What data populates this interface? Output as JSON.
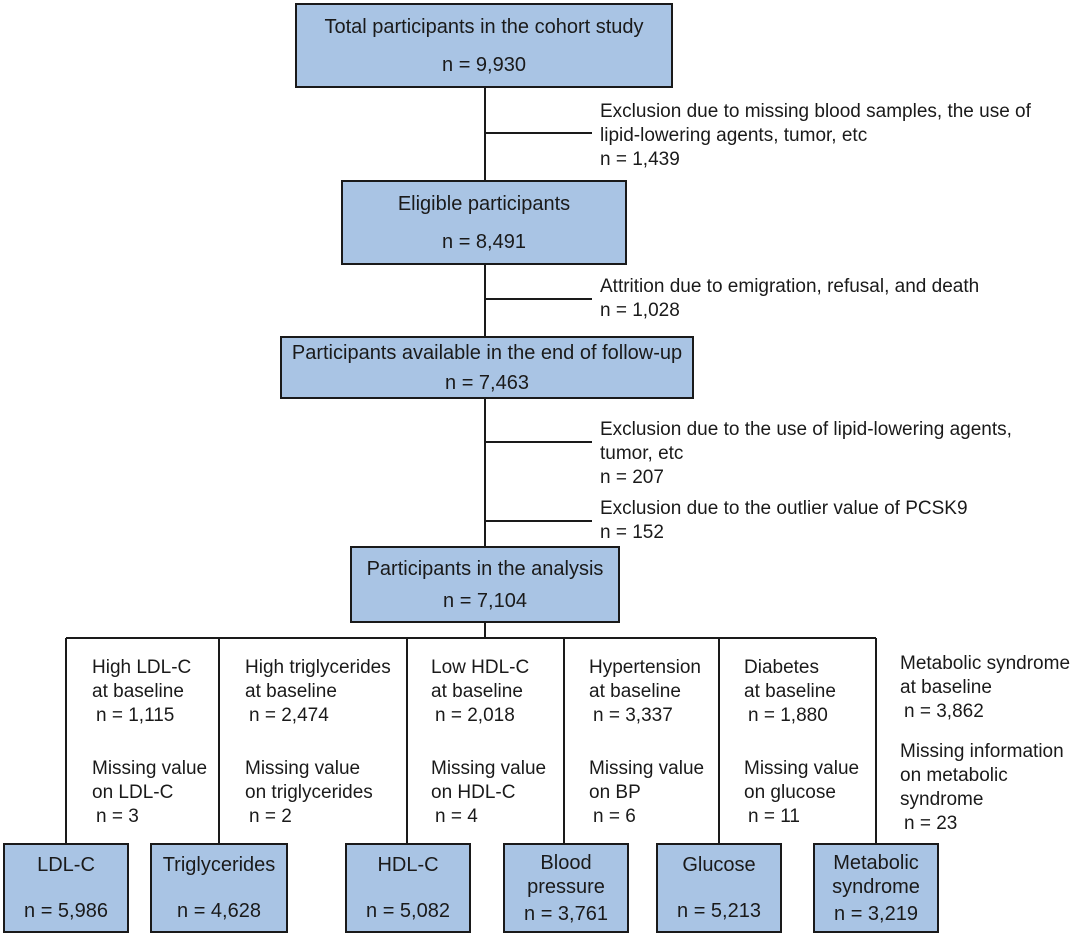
{
  "main_boxes": [
    {
      "line1": "Total participants in the cohort study",
      "line2": "n = 9,930"
    },
    {
      "line1": "Eligible participants",
      "line2": "n = 8,491"
    },
    {
      "line1": "Participants available in the end of follow-up",
      "line2": "n = 7,463"
    },
    {
      "line1": "Participants in the analysis",
      "line2": "n = 7,104"
    }
  ],
  "exclusions": [
    {
      "lines": [
        "Exclusion due to missing blood samples, the use of",
        "lipid-lowering agents, tumor, etc",
        "n = 1,439"
      ]
    },
    {
      "lines": [
        "Attrition due to emigration, refusal, and death",
        "n = 1,028"
      ]
    },
    {
      "lines": [
        "Exclusion due to the use of lipid-lowering agents,",
        "tumor, etc",
        "n = 207"
      ]
    },
    {
      "lines": [
        "Exclusion due to the outlier value of PCSK9",
        "n = 152"
      ]
    }
  ],
  "branches": [
    {
      "baseline": [
        "High LDL-C",
        "at baseline",
        "n = 1,115"
      ],
      "missing": [
        "Missing value",
        "on LDL-C",
        "n = 3"
      ],
      "box": {
        "line1": "LDL-C",
        "line2": "n = 5,986"
      }
    },
    {
      "baseline": [
        "High triglycerides",
        "at baseline",
        "n = 2,474"
      ],
      "missing": [
        "Missing value",
        "on triglycerides",
        "n = 2"
      ],
      "box": {
        "line1": "Triglycerides",
        "line2": "n = 4,628"
      }
    },
    {
      "baseline": [
        "Low HDL-C",
        "at baseline",
        "n = 2,018"
      ],
      "missing": [
        "Missing value",
        "on HDL-C",
        "n = 4"
      ],
      "box": {
        "line1": "HDL-C",
        "line2": "n = 5,082"
      }
    },
    {
      "baseline": [
        "Hypertension",
        "at baseline",
        "n = 3,337"
      ],
      "missing": [
        "Missing value",
        "on BP",
        "n = 6"
      ],
      "box": {
        "line1": "Blood",
        "line1b": "pressure",
        "line2": "n = 3,761"
      }
    },
    {
      "baseline": [
        "Diabetes",
        "at baseline",
        "n = 1,880"
      ],
      "missing": [
        "Missing value",
        "on glucose",
        "n = 11"
      ],
      "box": {
        "line1": "Glucose",
        "line2": "n = 5,213"
      }
    },
    {
      "baseline": [
        "Metabolic syndrome",
        "at baseline",
        "n = 3,862"
      ],
      "missing": [
        "Missing information",
        "on metabolic",
        "syndrome",
        "n = 23"
      ],
      "box": {
        "line1": "Metabolic",
        "line1b": "syndrome",
        "line2": "n = 3,219"
      }
    }
  ]
}
